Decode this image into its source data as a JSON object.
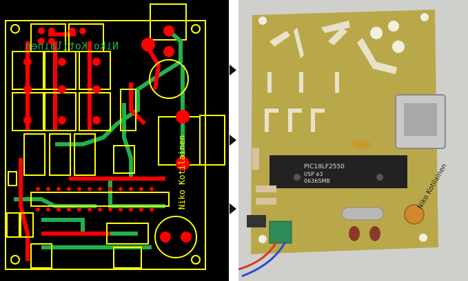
{
  "layout": {
    "silk_name": "Niko Kotilainen",
    "silk_name_mirrored": "Niko Kotilainen",
    "colors": {
      "background": "#000000",
      "outline": "#ffff00",
      "top_trace": "#ff0000",
      "bottom_trace": "#22b14c",
      "pad": "#ff0000",
      "drill": "#000000"
    }
  },
  "photo": {
    "board_name": "Niko Kotilainen",
    "chip_line1": "PIC18LF2550",
    "chip_line2": "I/SP e3",
    "chip_line3": "0636SMB",
    "colors": {
      "backdrop": "#cfd0cc",
      "board": "#b9a84a",
      "copper": "#e8e2c8",
      "chip": "#222222",
      "usb": "#c8c8c8",
      "terminal": "#2e8b57"
    }
  },
  "arrows": [
    "arrow-right-icon",
    "arrow-right-icon",
    "arrow-right-icon"
  ]
}
